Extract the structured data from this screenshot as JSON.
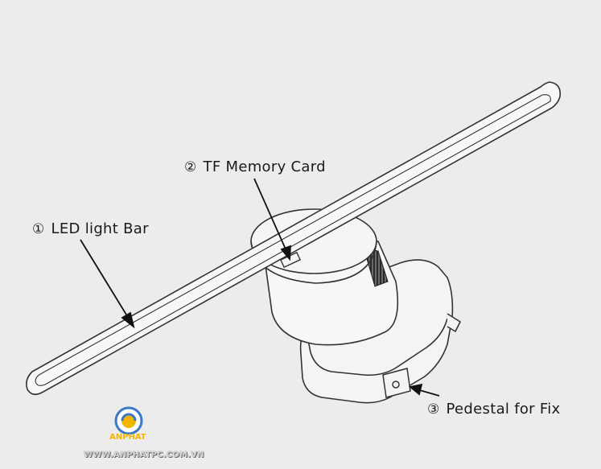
{
  "labels": [
    {
      "num": "①",
      "text": "LED light Bar"
    },
    {
      "num": "②",
      "text": "TF Memory Card"
    },
    {
      "num": "③",
      "text": "Pedestal for Fix"
    }
  ],
  "logo": {
    "brand": "ANPHAT",
    "url": "WWW.ANPHATPC.COM.VN",
    "color": "#f2b600",
    "accent": "#3a78c8"
  }
}
